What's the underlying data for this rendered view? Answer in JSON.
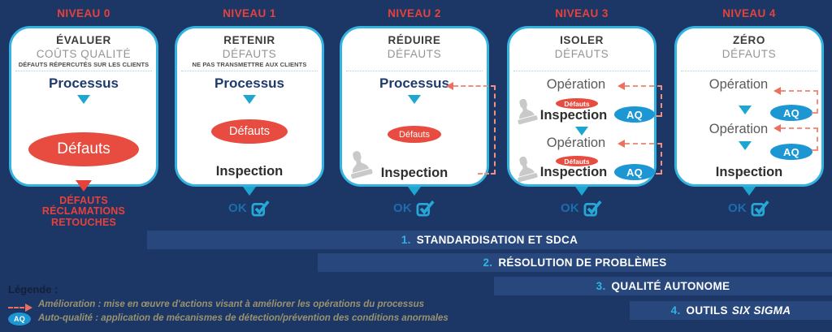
{
  "levels": [
    {
      "tag": "NIVEAU 0",
      "title": "ÉVALUER",
      "subtitle": "COÛTS QUALITÉ",
      "note": "DÉFAUTS RÉPERCUTÉS SUR LES CLIENTS"
    },
    {
      "tag": "NIVEAU 1",
      "title": "RETENIR",
      "subtitle": "DÉFAUTS",
      "note": "NE PAS TRANSMETTRE AUX CLIENTS"
    },
    {
      "tag": "NIVEAU 2",
      "title": "RÉDUIRE",
      "subtitle": "DÉFAUTS",
      "note": ""
    },
    {
      "tag": "NIVEAU 3",
      "title": "ISOLER",
      "subtitle": "DÉFAUTS",
      "note": ""
    },
    {
      "tag": "NIVEAU 4",
      "title": "ZÉRO",
      "subtitle": "DÉFAUTS",
      "note": ""
    }
  ],
  "labels": {
    "processus": "Processus",
    "defauts": "Défauts",
    "inspection": "Inspection",
    "operation": "Opération",
    "aq": "AQ",
    "ok": "OK"
  },
  "level0_outcomes": [
    "DÉFAUTS",
    "RÉCLAMATIONS",
    "RETOUCHES"
  ],
  "bars": [
    {
      "num": "1.",
      "label": "STANDARDISATION ET SDCA",
      "italic": ""
    },
    {
      "num": "2.",
      "label": "RÉSOLUTION DE PROBLÈMES",
      "italic": ""
    },
    {
      "num": "3.",
      "label": "QUALITÉ AUTONOME",
      "italic": ""
    },
    {
      "num": "4.",
      "label": "OUTILS",
      "italic": "SIX SIGMA"
    }
  ],
  "legend": {
    "title": "Légende :",
    "items": [
      {
        "text": "Amélioration : mise en œuvre d'actions visant à améliorer les opérations du processus"
      },
      {
        "text": "Auto-qualité : application de mécanismes de détection/prévention des conditions anormales"
      }
    ]
  },
  "colors": {
    "background": "#1c3765",
    "bar": "#28487d",
    "card_border": "#35b3e0",
    "red": "#e8413c",
    "defect_red": "#e84b3f",
    "aq_blue": "#1d97d4",
    "teal": "#1ea6d2",
    "ok_blue": "#1d6cae",
    "salmon_dash": "#f0907e",
    "legend_text": "#9a9270"
  }
}
